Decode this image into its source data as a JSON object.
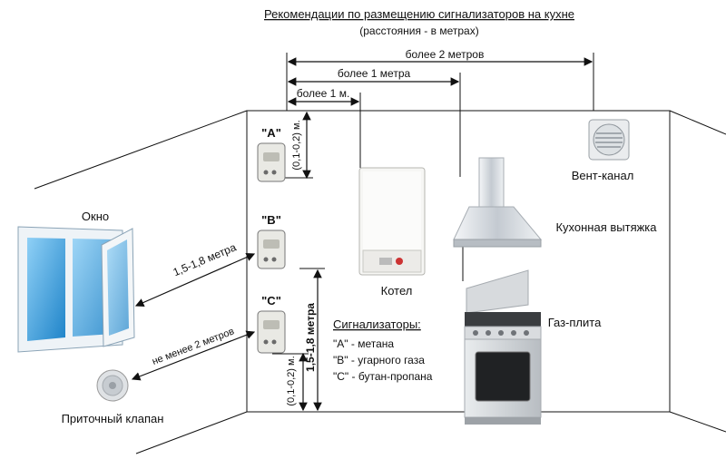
{
  "header": {
    "title": "Рекомендации по размещению сигнализаторов на кухне",
    "subtitle": "(расстояния - в метрах)"
  },
  "dimensions": {
    "more_2m": "более 2 метров",
    "more_1m": "более 1 метра",
    "more_1m_short": "более 1 м.",
    "top_gap": "(0,1-0,2) м.",
    "bottom_gap": "(0,1-0,2) м.",
    "height_range": "1,5-1,8 метра",
    "window_dist": "1,5-1,8 метра",
    "valve_dist": "не менее 2 метров"
  },
  "sensors": {
    "a": "\"A\"",
    "b": "\"B\"",
    "c": "\"C\""
  },
  "appliances": {
    "window": "Окно",
    "boiler": "Котел",
    "vent": "Вент-канал",
    "hood": "Кухонная вытяжка",
    "stove": "Газ-плита",
    "inlet_valve": "Приточный клапан"
  },
  "legend": {
    "title": "Сигнализаторы:",
    "items": [
      "\"A\" - метана",
      "\"B\" - угарного газа",
      "\"C\" - бутан-пропана"
    ]
  },
  "colors": {
    "window_frame": "#e6eef4",
    "window_glass": "#3fa6e6",
    "hood": "#d9dde2",
    "stove": "#c9ccd0"
  }
}
